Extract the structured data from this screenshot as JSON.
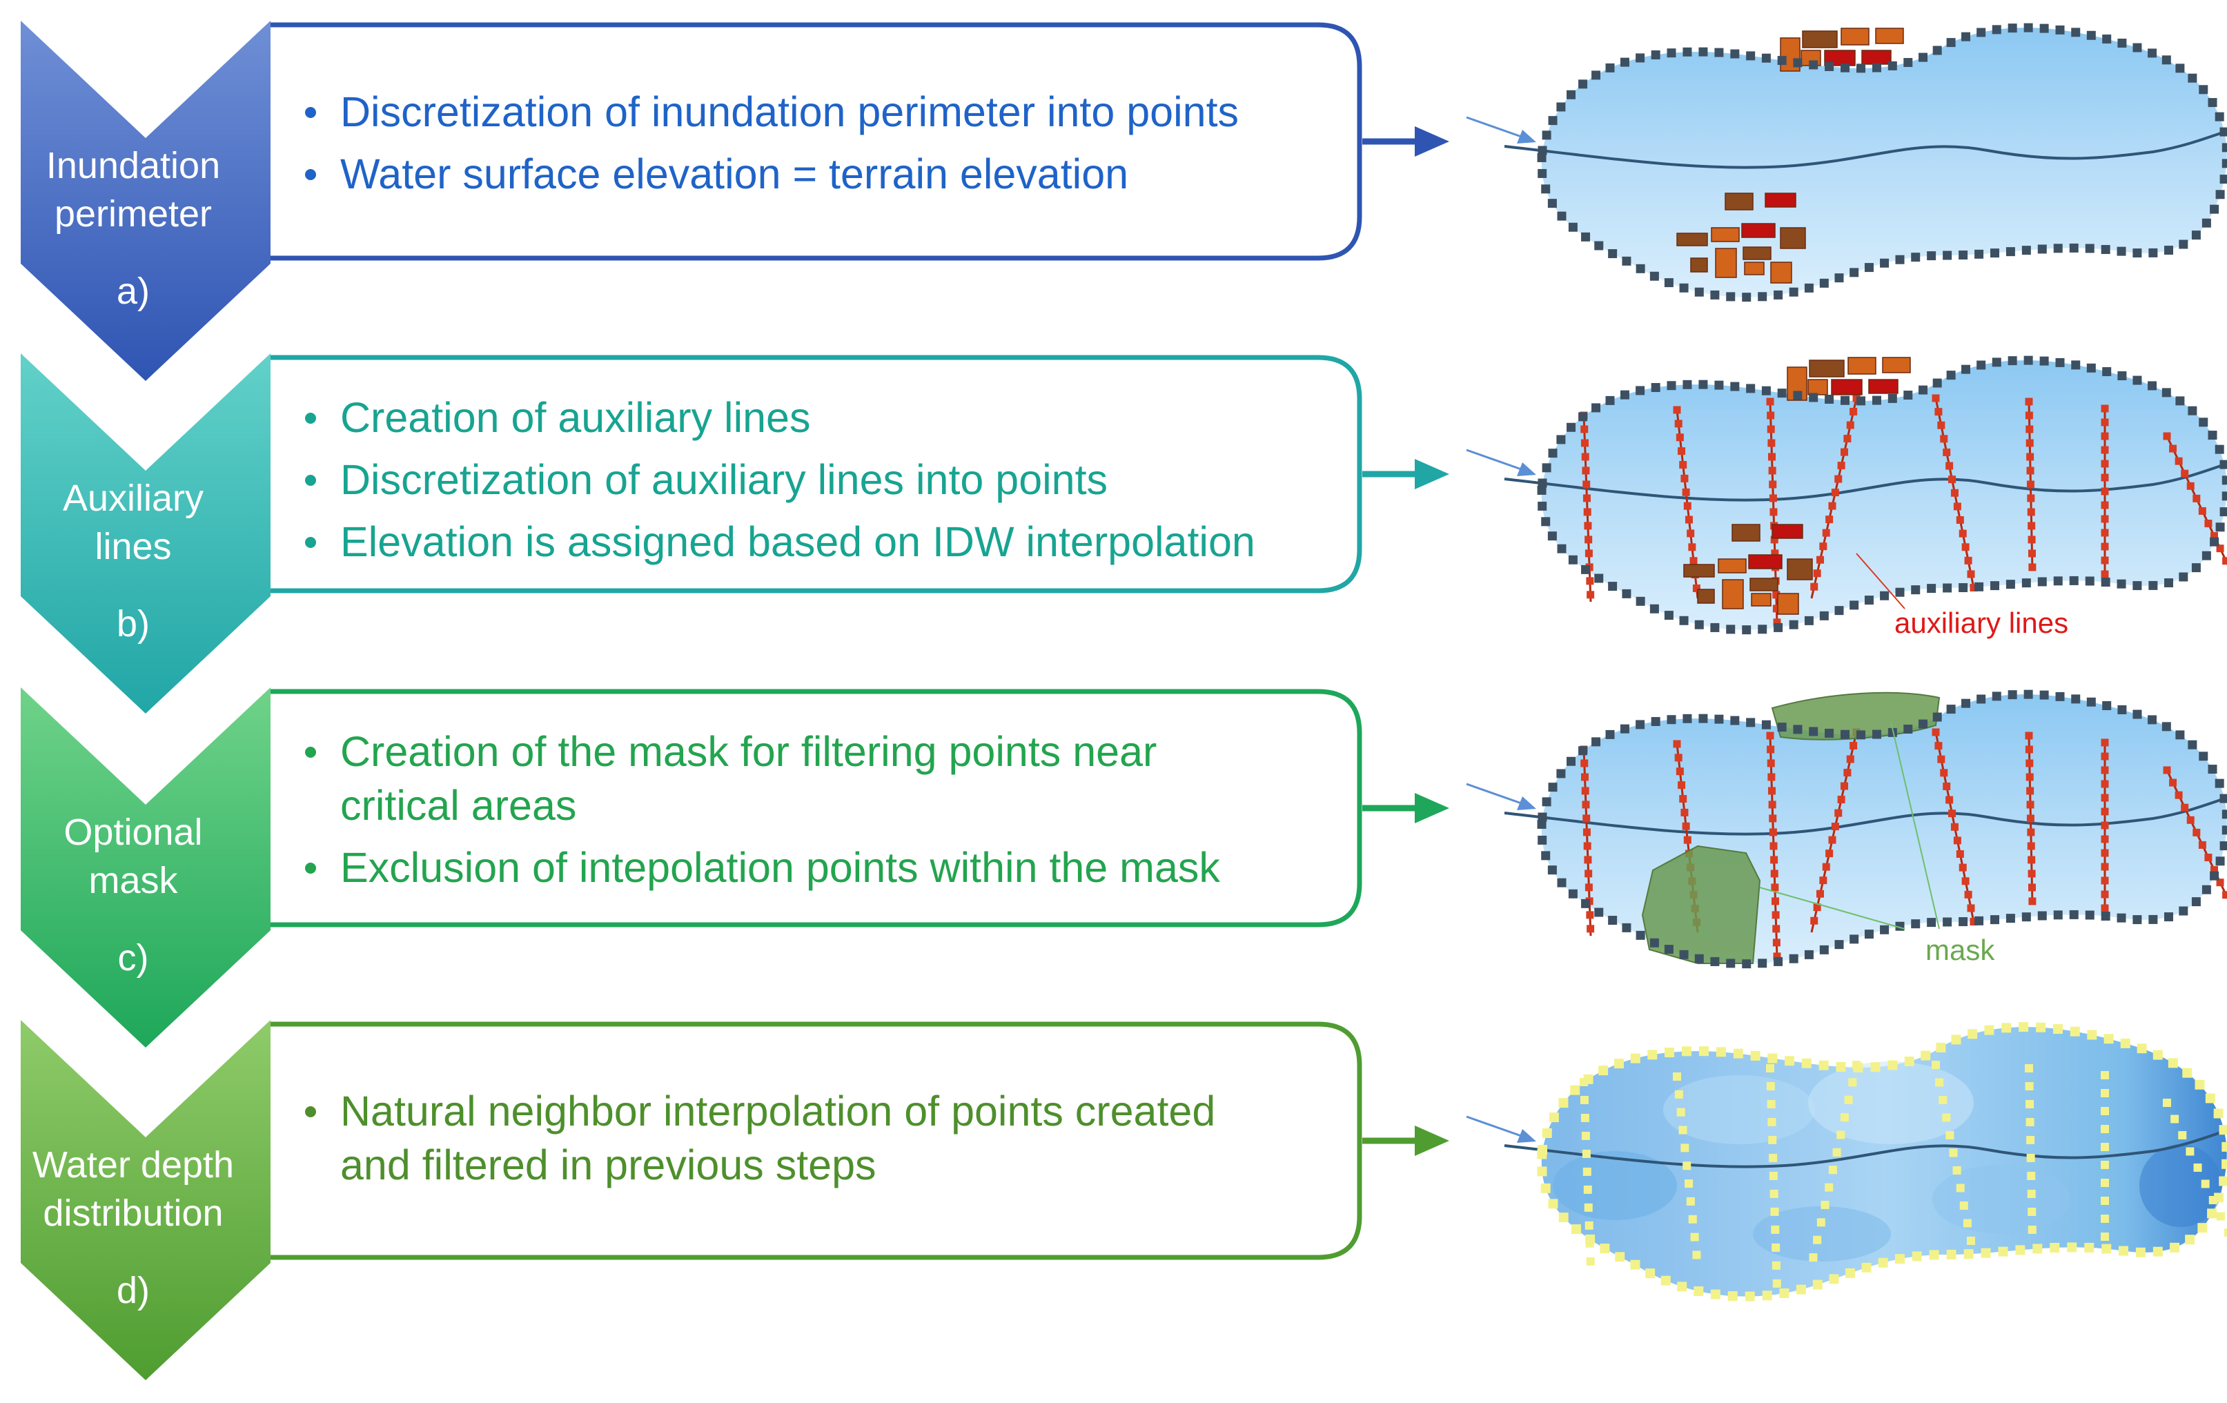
{
  "steps": [
    {
      "title_lines": [
        "Inundation",
        "perimeter"
      ],
      "letter": "a)",
      "color_top": "#6f8fd6",
      "color_bottom": "#2f55b3",
      "text_color": "#1f63c8",
      "bullets": [
        [
          "Discretization of inundation perimeter into points"
        ],
        [
          "Water surface elevation = terrain elevation"
        ]
      ]
    },
    {
      "title_lines": [
        "Auxiliary",
        "lines"
      ],
      "letter": "b)",
      "color_top": "#62d1c9",
      "color_bottom": "#21a6a6",
      "text_color": "#17a491",
      "bullets": [
        [
          "Creation of auxiliary lines"
        ],
        [
          "Discretization of auxiliary lines into points"
        ],
        [
          "Elevation is assigned based on IDW interpolation"
        ]
      ]
    },
    {
      "title_lines": [
        "Optional",
        "mask"
      ],
      "letter": "c)",
      "color_top": "#6fd389",
      "color_bottom": "#1ea75a",
      "text_color": "#23a44f",
      "bullets": [
        [
          "Creation of the mask for filtering points near",
          "critical areas"
        ],
        [
          "Exclusion of intepolation points within the mask"
        ]
      ]
    },
    {
      "title_lines": [
        "Water depth",
        "distribution"
      ],
      "letter": "d)",
      "color_top": "#8fcb6a",
      "color_bottom": "#4f9d31",
      "text_color": "#4e8f2c",
      "bullets": [
        [
          "Natural neighbor interpolation of points created",
          "and filtered in previous steps"
        ]
      ]
    }
  ],
  "annotations": {
    "auxiliary_lines": "auxiliary lines",
    "mask": "mask"
  },
  "colors": {
    "water_light": "#d9eefc",
    "water_dark": "#8cc8f2",
    "perimeter_points": "#3d5062",
    "auxiliary_points": "#d93c22",
    "mask_fill": "#6a9a52",
    "depth_points": "#f3f28a",
    "river_line": "#2f5577",
    "buildings": [
      "#d2641c",
      "#c01010",
      "#8a4a1e"
    ]
  }
}
